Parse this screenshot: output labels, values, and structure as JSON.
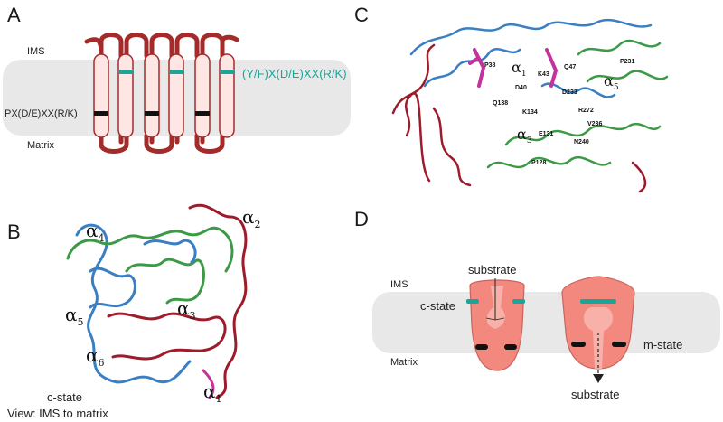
{
  "panels": {
    "a": {
      "letter": "A",
      "ims_label": "IMS",
      "matrix_label": "Matrix",
      "motif_top": "(Y/F)X(D/E)XX(R/K)",
      "motif_bottom": "PX(D/E)XX(R/K)"
    },
    "b": {
      "letter": "B",
      "helices": [
        {
          "greek": "α",
          "sub": "4"
        },
        {
          "greek": "α",
          "sub": "2"
        },
        {
          "greek": "α",
          "sub": "3"
        },
        {
          "greek": "α",
          "sub": "5"
        },
        {
          "greek": "α",
          "sub": "6"
        },
        {
          "greek": "α",
          "sub": "1"
        }
      ],
      "state_label": "c-state",
      "view_label": "View: IMS to matrix"
    },
    "c": {
      "letter": "C",
      "helices": [
        {
          "greek": "α",
          "sub": "1"
        },
        {
          "greek": "α",
          "sub": "5"
        },
        {
          "greek": "α",
          "sub": "3"
        }
      ],
      "residues": [
        "P38",
        "K43",
        "Q47",
        "P231",
        "D40",
        "D233",
        "Q138",
        "R272",
        "K134",
        "V236",
        "E131",
        "N240",
        "P128"
      ]
    },
    "d": {
      "letter": "D",
      "ims_label": "IMS",
      "matrix_label": "Matrix",
      "substrate_top": "substrate",
      "substrate_bottom": "substrate",
      "c_state": "c-state",
      "m_state": "m-state"
    }
  },
  "colors": {
    "membrane": "#e8e8e8",
    "helix_red": "#a52a2a",
    "helix_fill": "#fde6e4",
    "teal": "#1aa59a",
    "carrier_fill": "#f3897e",
    "blue_ribbon": "#3a7fc1",
    "green_ribbon": "#3c9a46",
    "dark_red_ribbon": "#9c1c2c",
    "magenta": "#c4329b"
  }
}
